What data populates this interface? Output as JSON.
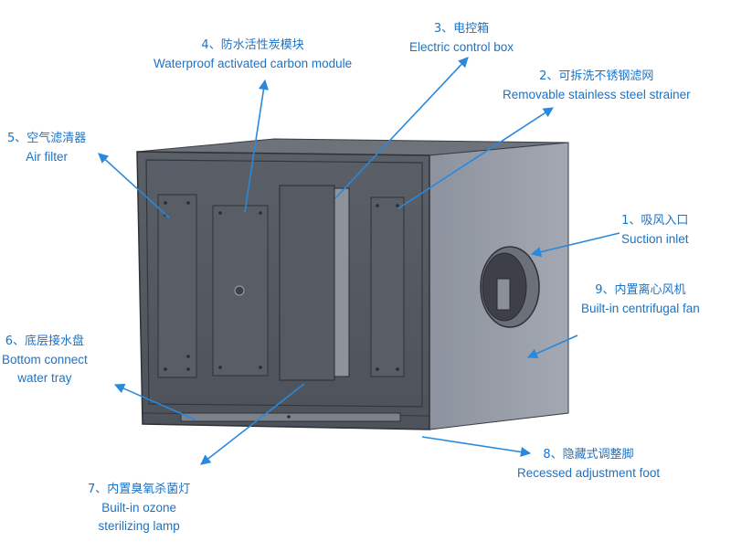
{
  "accent_color": "#1a73c8",
  "labels": [
    {
      "id": "1",
      "zh": "1、吸风入口",
      "en": "Suction inlet"
    },
    {
      "id": "2",
      "zh": "2、可拆洗不锈钢滤网",
      "en": "Removable stainless steel strainer"
    },
    {
      "id": "3",
      "zh": "3、电控箱",
      "en": "Electric control box"
    },
    {
      "id": "4",
      "zh": "4、防水活性炭模块",
      "en": "Waterproof activated carbon module"
    },
    {
      "id": "5",
      "zh": "5、空气滤清器",
      "en": "Air filter"
    },
    {
      "id": "6",
      "zh": "6、底层接水盘",
      "en": "Bottom connect",
      "en2": "water tray"
    },
    {
      "id": "7",
      "zh": "7、内置臭氧杀菌灯",
      "en": "Built-in ozone",
      "en2": "sterilizing lamp"
    },
    {
      "id": "8",
      "zh": "8、隐藏式调整脚",
      "en": "Recessed adjustment foot"
    },
    {
      "id": "9",
      "zh": "9、内置离心风机",
      "en": "Built-in centrifugal fan"
    }
  ]
}
